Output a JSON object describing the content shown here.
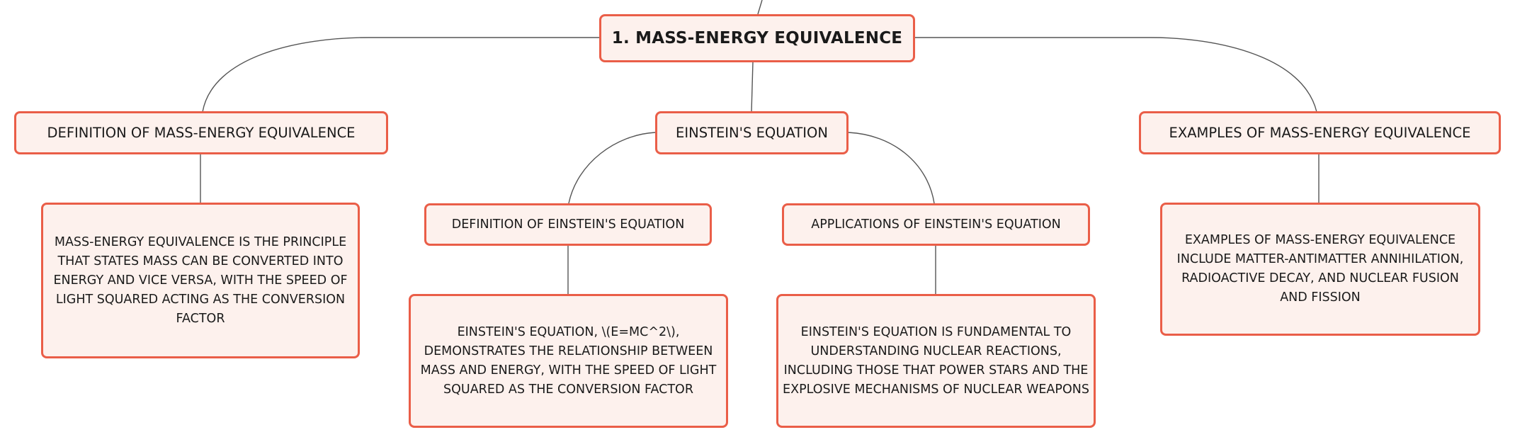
{
  "root": {
    "label": "1. MASS-ENERGY EQUIVALENCE"
  },
  "branches": {
    "definition": {
      "label": "DEFINITION OF MASS-ENERGY EQUIVALENCE",
      "detail": "MASS-ENERGY EQUIVALENCE IS THE PRINCIPLE THAT STATES MASS CAN BE CONVERTED INTO ENERGY AND VICE VERSA, WITH THE SPEED OF LIGHT SQUARED ACTING AS THE CONVERSION FACTOR"
    },
    "equation": {
      "label": "EINSTEIN'S EQUATION",
      "children": {
        "definition": {
          "label": "DEFINITION OF EINSTEIN'S EQUATION",
          "detail": "EINSTEIN'S EQUATION, \\(E=MC^2\\), DEMONSTRATES THE RELATIONSHIP BETWEEN MASS AND ENERGY, WITH THE SPEED OF LIGHT SQUARED AS THE CONVERSION FACTOR"
        },
        "applications": {
          "label": "APPLICATIONS OF EINSTEIN'S EQUATION",
          "detail": "EINSTEIN'S EQUATION IS FUNDAMENTAL TO UNDERSTANDING NUCLEAR REACTIONS, INCLUDING THOSE THAT POWER STARS AND THE EXPLOSIVE MECHANISMS OF NUCLEAR WEAPONS"
        }
      }
    },
    "examples": {
      "label": "EXAMPLES OF MASS-ENERGY EQUIVALENCE",
      "detail": "EXAMPLES OF MASS-ENERGY EQUIVALENCE INCLUDE MATTER-ANTIMATTER ANNIHILATION, RADIOACTIVE DECAY, AND NUCLEAR FUSION AND FISSION"
    }
  },
  "colors": {
    "node_border": "#ea5e48",
    "node_fill": "#fdf1ed",
    "connector": "#555555"
  }
}
